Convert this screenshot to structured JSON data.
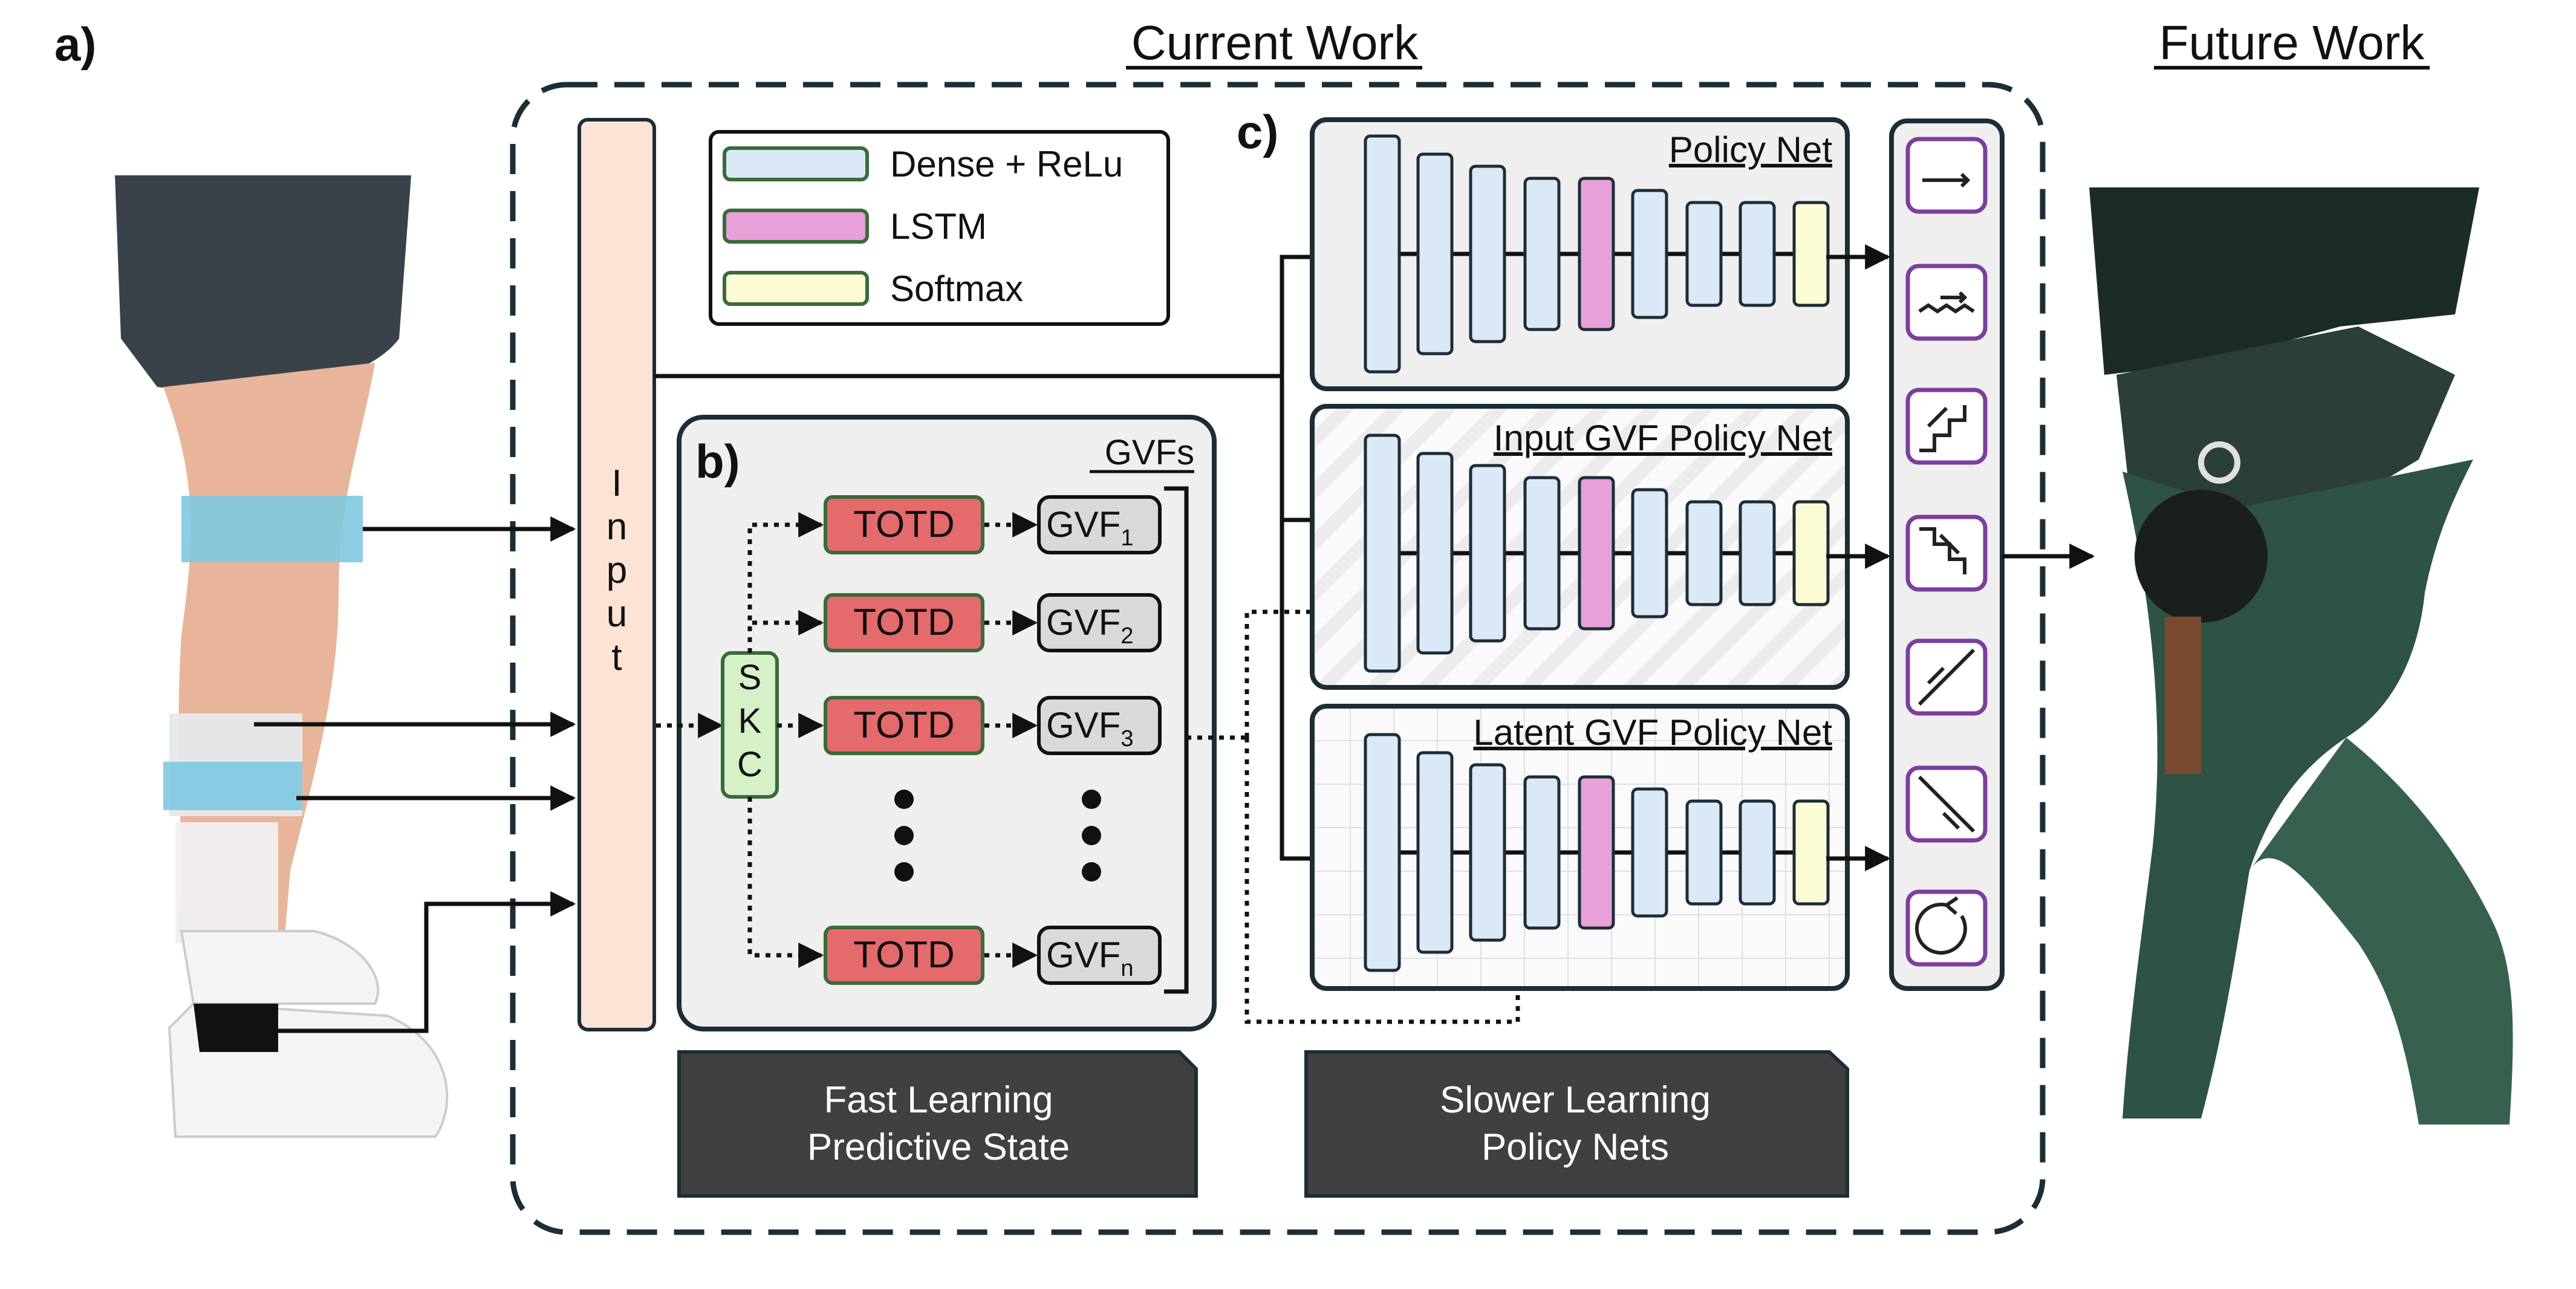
{
  "panel_labels": {
    "a": "a)",
    "b": "b)",
    "c": "c)"
  },
  "sections": {
    "current": "Current Work",
    "future": "Future Work"
  },
  "input_label": [
    "I",
    "n",
    "p",
    "u",
    "t"
  ],
  "legend": [
    {
      "label": "Dense + ReLu",
      "color": "#dbe8f5"
    },
    {
      "label": "LSTM",
      "color": "#e8a0d8"
    },
    {
      "label": "Softmax",
      "color": "#fbfbd4"
    }
  ],
  "gvf_block": {
    "title": "GVFs",
    "skc": [
      "S",
      "K",
      "C"
    ],
    "totd_label": "TOTD",
    "gvf_prefix": "GVF",
    "gvf_subscripts": [
      "1",
      "2",
      "3",
      "n"
    ]
  },
  "policy_nets": [
    {
      "title": "Policy Net",
      "layers": [
        "dense",
        "dense",
        "dense",
        "dense",
        "lstm",
        "dense",
        "dense",
        "dense",
        "softmax"
      ]
    },
    {
      "title": "Input GVF Policy Net",
      "layers": [
        "dense",
        "dense",
        "dense",
        "dense",
        "lstm",
        "dense",
        "dense",
        "dense",
        "softmax"
      ]
    },
    {
      "title": "Latent GVF Policy Net",
      "layers": [
        "dense",
        "dense",
        "dense",
        "dense",
        "lstm",
        "dense",
        "dense",
        "dense",
        "softmax"
      ]
    }
  ],
  "output_icons": [
    "level-walk-icon",
    "rough-terrain-icon",
    "stair-ascent-icon",
    "stair-descent-icon",
    "ramp-ascent-icon",
    "ramp-descent-icon",
    "turn-icon"
  ],
  "footers": {
    "fast": [
      "Fast Learning",
      "Predictive State"
    ],
    "slow": [
      "Slower Learning",
      "Policy Nets"
    ]
  },
  "colors": {
    "input_bar": "#fde3d6",
    "totd": "#e46a6c",
    "gvf_box": "#d9d9d9",
    "skc": "#d6f0c8",
    "footer": "#404040",
    "panel_bg": "#efefef",
    "icon_border": "#7b3f9e"
  }
}
